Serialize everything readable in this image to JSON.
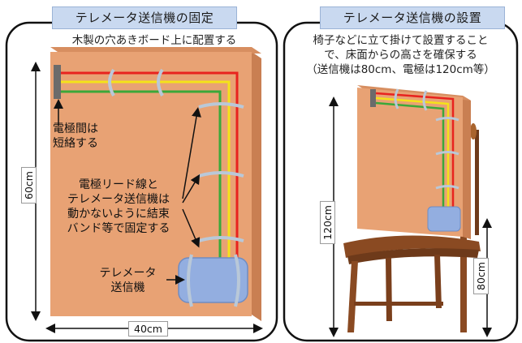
{
  "left_panel": {
    "title": "テレメータ送信機の固定",
    "subtitle": "木製の穴あきボード上に配置する",
    "electrode_note": [
      "電極間は",
      "短絡する"
    ],
    "cable_note": [
      "電極リード線と",
      "テレメータ送信機は",
      "動かないように結束",
      "バンド等で固定する"
    ],
    "transmitter_label": [
      "テレメータ",
      "送信機"
    ],
    "height_dim": "60cm",
    "width_dim": "40cm"
  },
  "right_panel": {
    "title": "テレメータ送信機の設置",
    "subtitle": [
      "椅子などに立て掛けて設置すること",
      "で、床面からの高さを確保する",
      "（送信機は80cm、電極は120cm等）"
    ],
    "electrode_height_dim": "120cm",
    "transmitter_height_dim": "80cm"
  },
  "colors": {
    "board": "#e8a274",
    "wire_red": "#e8231f",
    "wire_yellow": "#f4e21a",
    "wire_green": "#3aa83a",
    "transmitter": "#93aee0",
    "chair": "#8a4a22",
    "title_bg": "#c9d9f0"
  }
}
